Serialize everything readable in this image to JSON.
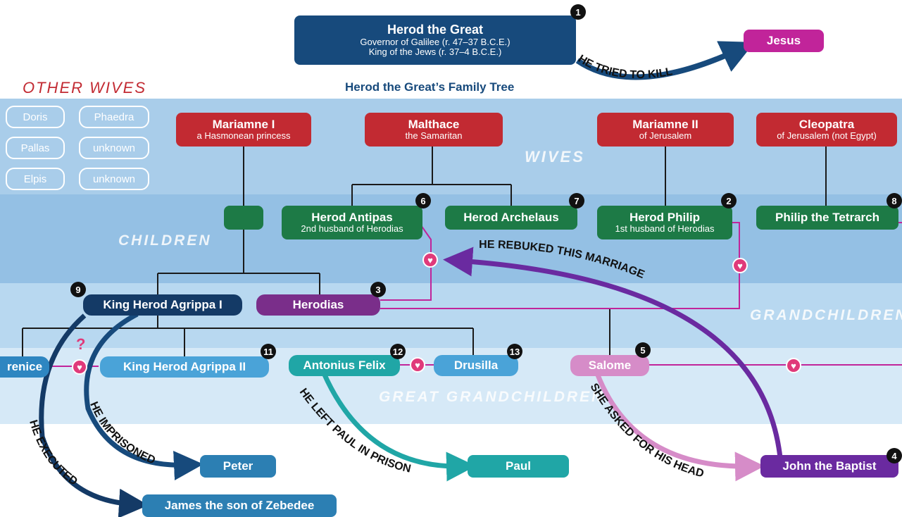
{
  "title": "Herod the Great’s Family Tree",
  "other_wives_heading": "OTHER WIVES",
  "generations": {
    "wives": "WIVES",
    "children": "CHILDREN",
    "grandchildren": "GRANDCHILDREN",
    "great_grandchildren": "GREAT GRANDCHILDREN"
  },
  "other_wives": [
    "Doris",
    "Phaedra",
    "Pallas",
    "unknown",
    "Elpis",
    "unknown"
  ],
  "herod_great": {
    "name": "Herod the Great",
    "line1": "Governor of Galilee (r. 47–37 B.C.E.)",
    "line2": "King of the Jews (r. 37–4 B.C.E.)",
    "num": "1"
  },
  "jesus": "Jesus",
  "wives": [
    {
      "name": "Mariamne I",
      "sub": "a Hasmonean princess"
    },
    {
      "name": "Malthace",
      "sub": "the Samaritan"
    },
    {
      "name": "Mariamne II",
      "sub": "of Jerusalem"
    },
    {
      "name": "Cleopatra",
      "sub": "of Jerusalem (not Egypt)"
    }
  ],
  "children": {
    "antipas": {
      "name": "Herod Antipas",
      "sub": "2nd husband of Herodias",
      "num": "6"
    },
    "archelaus": {
      "name": "Herod Archelaus",
      "num": "7"
    },
    "philip": {
      "name": "Herod Philip",
      "sub": "1st husband of Herodias",
      "num": "2"
    },
    "tetrarch": {
      "name": "Philip the Tetrarch",
      "num": "8"
    }
  },
  "grandchildren": {
    "agrippa1": {
      "name": "King Herod Agrippa I",
      "num": "9"
    },
    "herodias": {
      "name": "Herodias",
      "num": "3"
    }
  },
  "great_grandchildren": {
    "bernice": "renice",
    "agrippa2": {
      "name": "King Herod Agrippa II",
      "num": "11"
    },
    "felix": {
      "name": "Antonius Felix",
      "num": "12"
    },
    "drusilla": {
      "name": "Drusilla",
      "num": "13"
    },
    "salome": {
      "name": "Salome",
      "num": "5"
    }
  },
  "others": {
    "peter": "Peter",
    "james": "James the son of Zebedee",
    "paul": "Paul",
    "john": {
      "name": "John the Baptist",
      "num": "4"
    }
  },
  "question_mark": "?",
  "arrows": {
    "tried_to_kill": "HE TRIED TO KILL",
    "rebuked": "HE REBUKED THIS MARRIAGE",
    "imprisoned": "HE IMPRISONED",
    "executed": "HE EXECUTED",
    "left_paul": "HE LEFT PAUL IN PRISON",
    "asked_head": "SHE ASKED FOR HIS HEAD"
  },
  "colors": {
    "wives_band": "#a9cdea",
    "children_band": "#94c0e4",
    "grandchildren_band": "#b8d8f0",
    "great_band": "#d6e9f7",
    "wife_red": "#c22a32",
    "child_green": "#1d7a46",
    "heart_pink": "#e03a7a",
    "purple_arrow": "#6a2aa0",
    "teal_arrow": "#20a6a6",
    "navy_arrow": "#174a7c"
  }
}
